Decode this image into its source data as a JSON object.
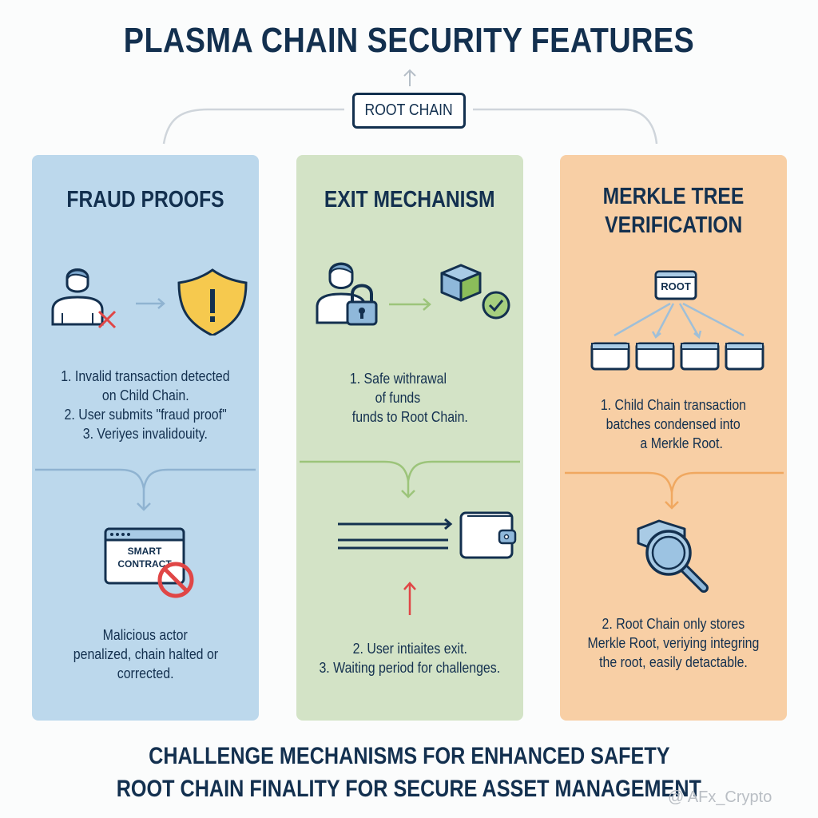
{
  "title": "PLASMA CHAIN SECURITY FEATURES",
  "root_chain": {
    "label": "ROOT CHAIN",
    "icon": "arrow-up-icon"
  },
  "colors": {
    "navy": "#13304f",
    "fraud_panel": "#bcd8ec",
    "exit_panel": "#d3e3c6",
    "merkle_panel": "#f8cfa5",
    "alert_red": "#e04646",
    "shield_yellow": "#f6c94e"
  },
  "panels": [
    {
      "title": "FRAUD PROOFS",
      "icons": [
        "user-icon",
        "red-x-icon",
        "arrow-right-icon",
        "shield-warning-icon",
        "flow-arrow-down-icon",
        "smart-contract-window-icon",
        "prohibited-icon"
      ],
      "contract_label_1": "SMART",
      "contract_label_2": "CONTRACT",
      "steps": [
        "1. Invalid transaction detected",
        "on Child Chain.",
        "2. User submits \"fraud proof\"",
        "3. Veriyes invalidouity."
      ],
      "result": [
        "Malicious actor",
        "penalized, chain halted or",
        "corrected."
      ]
    },
    {
      "title": "EXIT MECHANISM",
      "icons": [
        "user-icon",
        "padlock-icon",
        "arrow-right-icon",
        "cube-icon",
        "check-circle-icon",
        "flow-arrow-down-icon",
        "transfer-lines-icon",
        "wallet-icon",
        "red-arrow-up-icon"
      ],
      "steps": [
        "1. Safe withrawal",
        "of funds",
        "funds to Root Chain."
      ],
      "result": [
        "2. User intiaites exit.",
        "3. Waiting period for challenges."
      ]
    },
    {
      "title_line1": "MERKLE TREE",
      "title_line2": "VERIFICATION",
      "icons": [
        "merkle-tree-icon",
        "flow-arrow-down-icon",
        "magnifier-cube-icon"
      ],
      "root_node_label": "ROOT",
      "leaf_count": 4,
      "steps": [
        "1. Child Chain transaction",
        "batches condensed into",
        "a Merkle Root."
      ],
      "result": [
        "2. Root Chain only stores",
        "Merkle Root, veriying integring",
        "the root, easily detactable."
      ]
    }
  ],
  "footer": {
    "line1": "CHALLENGE MECHANISMS FOR ENHANCED SAFETY",
    "line2": "ROOT CHAIN FINALITY FOR SECURE ASSET MANAGEMENT"
  },
  "watermark": "@ AFx_Crypto"
}
